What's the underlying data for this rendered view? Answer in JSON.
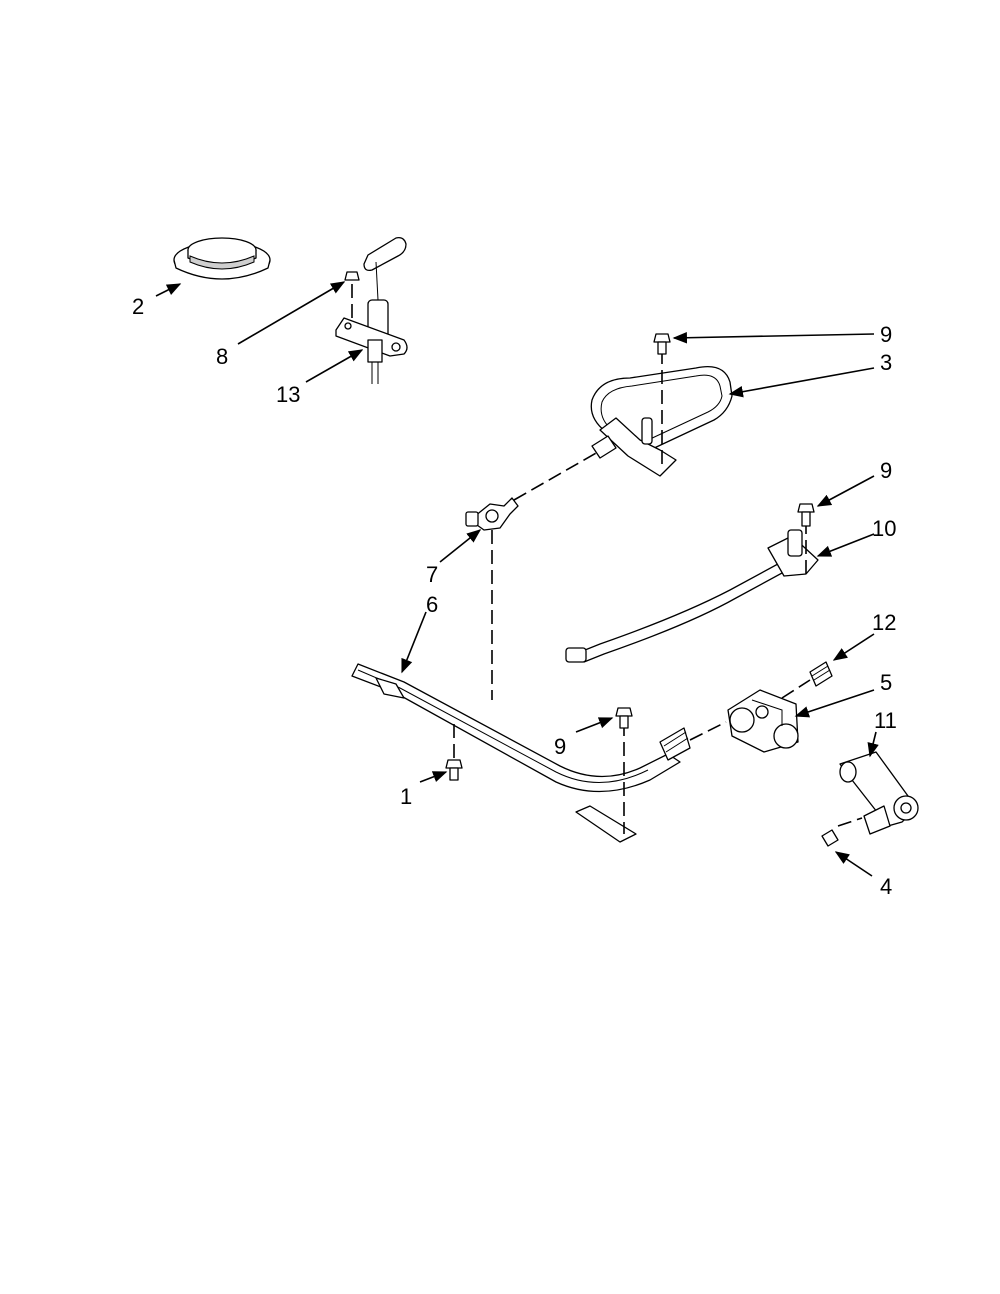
{
  "callouts": {
    "c1": "1",
    "c2": "2",
    "c3": "3",
    "c4": "4",
    "c5": "5",
    "c6": "6",
    "c7": "7",
    "c8": "8",
    "c9a": "9",
    "c9b": "9",
    "c9c": "9",
    "c10": "10",
    "c11": "11",
    "c12": "12",
    "c13": "13"
  },
  "colors": {
    "line": "#000000",
    "background": "#ffffff",
    "shade": "#cfcfcf"
  }
}
